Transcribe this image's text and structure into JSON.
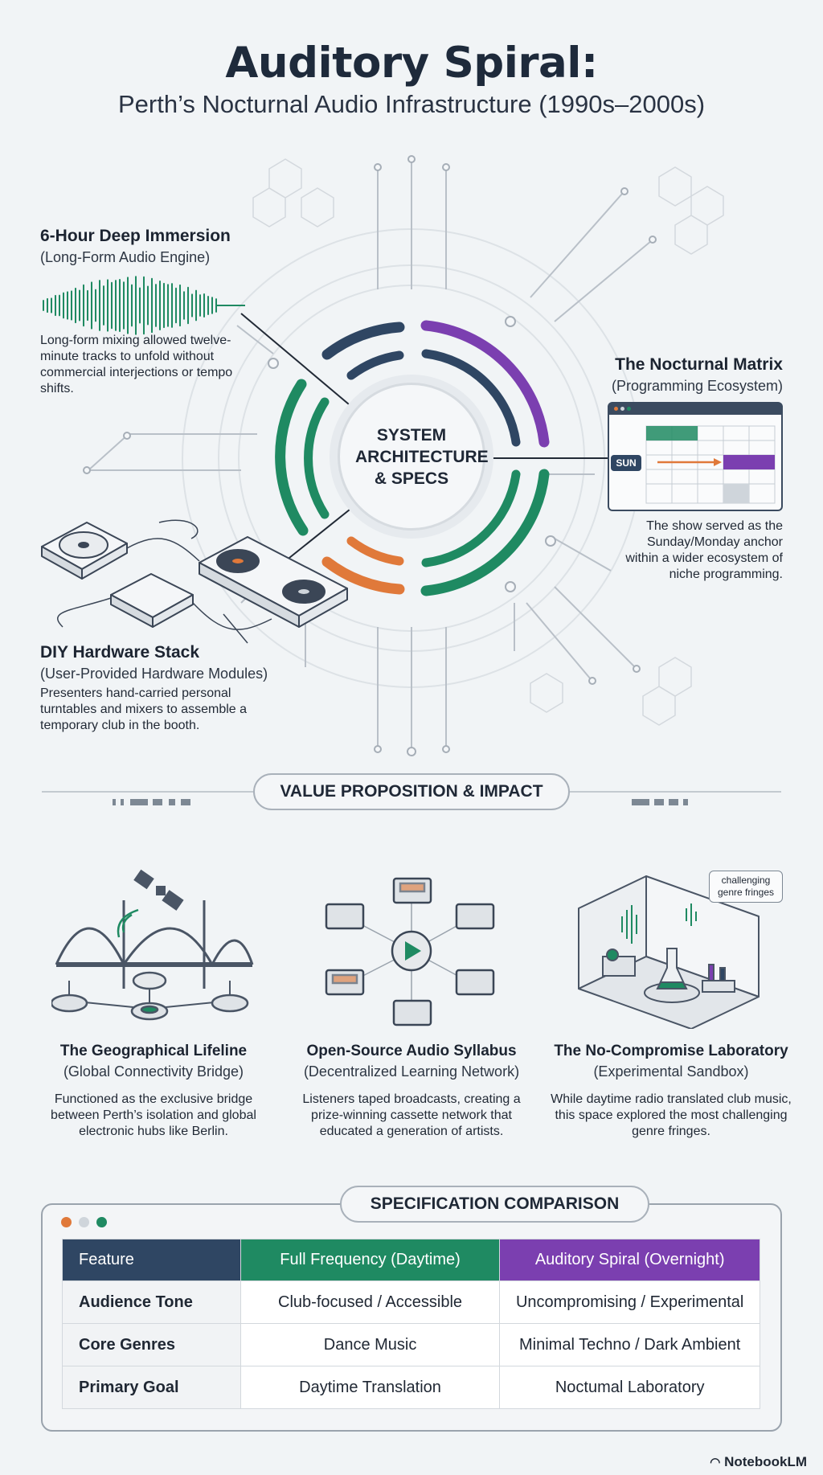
{
  "header": {
    "title": "Auditory Spiral:",
    "subtitle": "Perth’s Nocturnal Audio Infrastructure (1990s–2000s)"
  },
  "architecture": {
    "hub_label": "SYSTEM ARCHITECTURE & SPECS",
    "deep_immersion": {
      "title": "6-Hour Deep Immersion",
      "subtitle": "(Long-Form Audio Engine)",
      "body": "Long-form mixing allowed twelve-minute tracks to unfold without commercial interjections or tempo shifts."
    },
    "nocturnal_matrix": {
      "title": "The Nocturnal Matrix",
      "subtitle": "(Programming Ecosystem)",
      "calendar_day": "SUN",
      "body": "The show served as the Sunday/Monday anchor within a wider ecosystem of niche programming."
    },
    "diy_hardware": {
      "title": "DIY Hardware Stack",
      "subtitle": "(User-Provided Hardware Modules)",
      "body": "Presenters hand-carried personal turntables and mixers to assemble a temporary club in the booth."
    }
  },
  "impact": {
    "section_label": "VALUE PROPOSITION & IMPACT",
    "columns": [
      {
        "title": "The Geographical Lifeline",
        "subtitle": "(Global Connectivity Bridge)",
        "body": "Functioned as the exclusive bridge between Perth’s isolation and global electronic hubs like Berlin.",
        "icon": "satellite-bridge-icon"
      },
      {
        "title": "Open-Source Audio Syllabus",
        "subtitle": "(Decentralized Learning Network)",
        "body": "Listeners taped broadcasts, creating a prize-winning cassette network that educated a generation of artists.",
        "icon": "cassette-network-icon"
      },
      {
        "title": "The No-Compromise Laboratory",
        "subtitle": "(Experimental Sandbox)",
        "body": "While daytime radio translated club music, this space explored the most challenging genre fringes.",
        "icon": "laboratory-icon",
        "bubble": "challenging genre fringes"
      }
    ]
  },
  "comparison": {
    "section_label": "SPECIFICATION COMPARISON",
    "headers": [
      "Feature",
      "Full Frequency (Daytime)",
      "Auditory Spiral (Overnight)"
    ],
    "rows": [
      [
        "Audience Tone",
        "Club-focused / Accessible",
        "Uncompromising / Experimental"
      ],
      [
        "Core Genres",
        "Dance Music",
        "Minimal Techno / Dark Ambient"
      ],
      [
        "Primary Goal",
        "Daytime Translation",
        "Noctumal Laboratory"
      ]
    ]
  },
  "footer": {
    "brand": "NotebookLM"
  },
  "colors": {
    "navy": "#2f4663",
    "green": "#1f8a62",
    "purple": "#7b3fb0",
    "orange": "#e0793a"
  }
}
